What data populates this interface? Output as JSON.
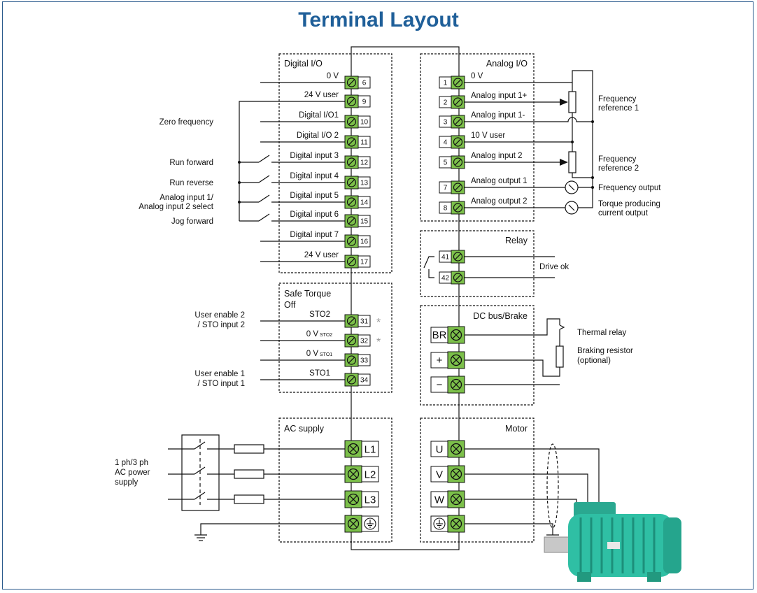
{
  "title": "Terminal Layout",
  "sections": {
    "digital_io": "Digital  I/O",
    "analog_io": "Analog  I/O",
    "safe_torque_off_line1": "Safe  Torque",
    "safe_torque_off_line2": "Off",
    "relay": "Relay",
    "dc_bus": "DC  bus/Brake",
    "ac_supply": "AC  supply",
    "motor": "Motor"
  },
  "digital_terminals": [
    {
      "num": "6",
      "label": "0 V"
    },
    {
      "num": "9",
      "label": "24 V user"
    },
    {
      "num": "10",
      "label": "Digital I/O1"
    },
    {
      "num": "11",
      "label": "Digital I/O 2"
    },
    {
      "num": "12",
      "label": "Digital input 3"
    },
    {
      "num": "13",
      "label": "Digital input 4"
    },
    {
      "num": "14",
      "label": "Digital input 5"
    },
    {
      "num": "15",
      "label": "Digital input 6"
    },
    {
      "num": "16",
      "label": "Digital input 7"
    },
    {
      "num": "17",
      "label": "24 V user"
    }
  ],
  "digital_functions": {
    "zero_frequency": "Zero  frequency",
    "run_forward": "Run  forward",
    "run_reverse": "Run  reverse",
    "analog_select_1": "Analog  input 1/",
    "analog_select_2": "Analog  input  2 select",
    "jog_forward": "Jog  forward"
  },
  "analog_terminals": [
    {
      "num": "1",
      "label": "0 V"
    },
    {
      "num": "2",
      "label": "Analog input 1+"
    },
    {
      "num": "3",
      "label": "Analog input 1-"
    },
    {
      "num": "4",
      "label": "10 V user"
    },
    {
      "num": "5",
      "label": "Analog input 2"
    },
    {
      "num": "7",
      "label": "Analog output 1"
    },
    {
      "num": "8",
      "label": "Analog output 2"
    }
  ],
  "analog_functions": {
    "freq_ref1_a": "Frequency",
    "freq_ref1_b": "reference   1",
    "freq_ref2_a": "Frequency",
    "freq_ref2_b": "reference   2",
    "freq_output": "Frequency   output",
    "torque_a": "Torque  producing",
    "torque_b": "current  output"
  },
  "relay_terminals": [
    "41",
    "42"
  ],
  "relay_label": "Drive ok",
  "sto_terminals": [
    {
      "num": "31",
      "label": "STO2",
      "star": "*"
    },
    {
      "num": "32",
      "label": "0 V",
      "sub": "STO2",
      "star": "*"
    },
    {
      "num": "33",
      "label": "0 V",
      "sub": "STO1"
    },
    {
      "num": "34",
      "label": "STO1"
    }
  ],
  "sto_functions": {
    "user2_a": "User  enable  2",
    "user2_b": "/ STO  input  2",
    "user1_a": "User  enable  1",
    "user1_b": "/ STO  input  1"
  },
  "dc_terminals": [
    "BR",
    "+",
    "−"
  ],
  "dc_functions": {
    "thermal": "Thermal   relay",
    "braking_a": "Braking  resistor",
    "braking_b": "(optional)"
  },
  "ac_terminals": [
    "L1",
    "L2",
    "L3"
  ],
  "ac_supply_label": [
    "1 ph/3 ph",
    "AC power",
    "supply"
  ],
  "motor_terminals": [
    "U",
    "V",
    "W"
  ],
  "colors": {
    "terminal_green": "#7cc04a",
    "title_blue": "#1f5f99",
    "motor_teal": "#2fbfa4"
  }
}
